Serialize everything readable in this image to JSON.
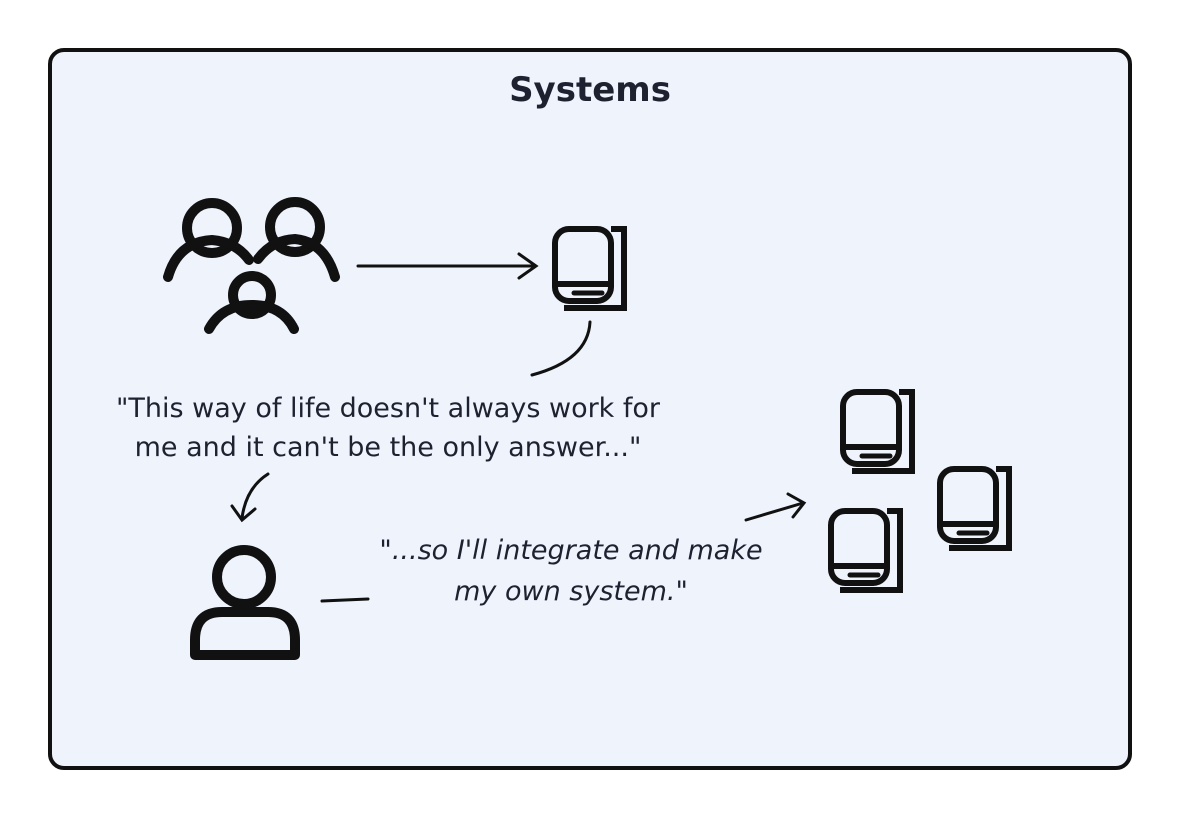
{
  "title": "Systems",
  "quote_1": {
    "line_1": "\"This way of life doesn't always work for",
    "line_2": "me and it can't be the only answer...\""
  },
  "quote_2": {
    "line_1": "\"...so I'll integrate and make",
    "line_2": "my own system.\""
  },
  "icons": [
    "group-icon",
    "book-icon",
    "person-icon",
    "book-icon",
    "book-icon",
    "book-icon"
  ],
  "colors": {
    "panel_fill": "#eef3fc",
    "stroke": "#111111",
    "text": "#1e2230"
  }
}
